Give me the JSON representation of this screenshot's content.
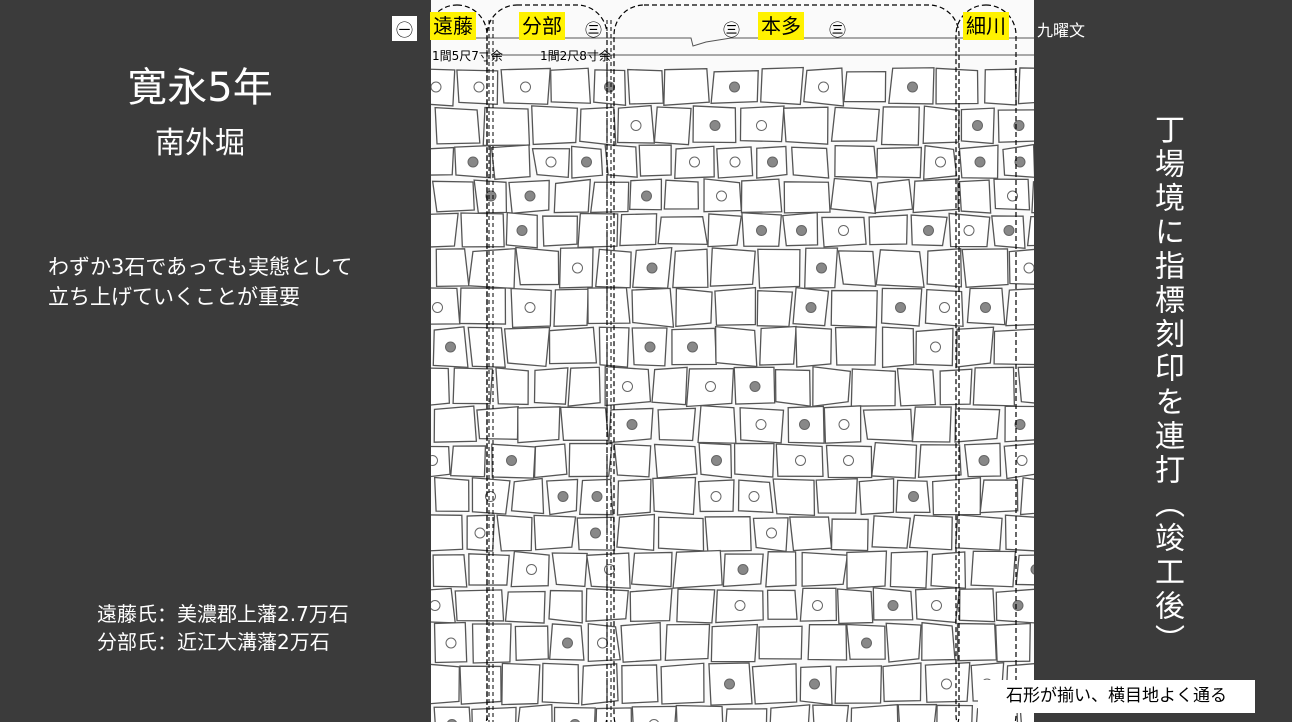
{
  "title": "寛永5年",
  "subtitle": "南外堀",
  "note_lines": [
    "わずか3石であっても実態として",
    "立ち上げていくことが重要"
  ],
  "clans": [
    "遠藤氏：美濃郡上藩2.7万石",
    "分部氏：近江大溝藩2万石"
  ],
  "vertical_text": "丁場境に指標刻印を連打（竣工後）",
  "labels": {
    "endo": "遠藤",
    "wakebe": "分部",
    "honda": "本多",
    "hosokawa": "細川",
    "kuyo": "九曜文"
  },
  "marks": {
    "one": "㊀",
    "three": "㊂"
  },
  "measures": {
    "left": "1間5尺7寸余",
    "right": "1間2尺8寸余"
  },
  "caption": "石形が揃い、横目地よく通る",
  "colors": {
    "background": "#3b3b3b",
    "highlight": "#fff200",
    "wall_bg": "#fafafa",
    "stone_line": "#555555"
  }
}
